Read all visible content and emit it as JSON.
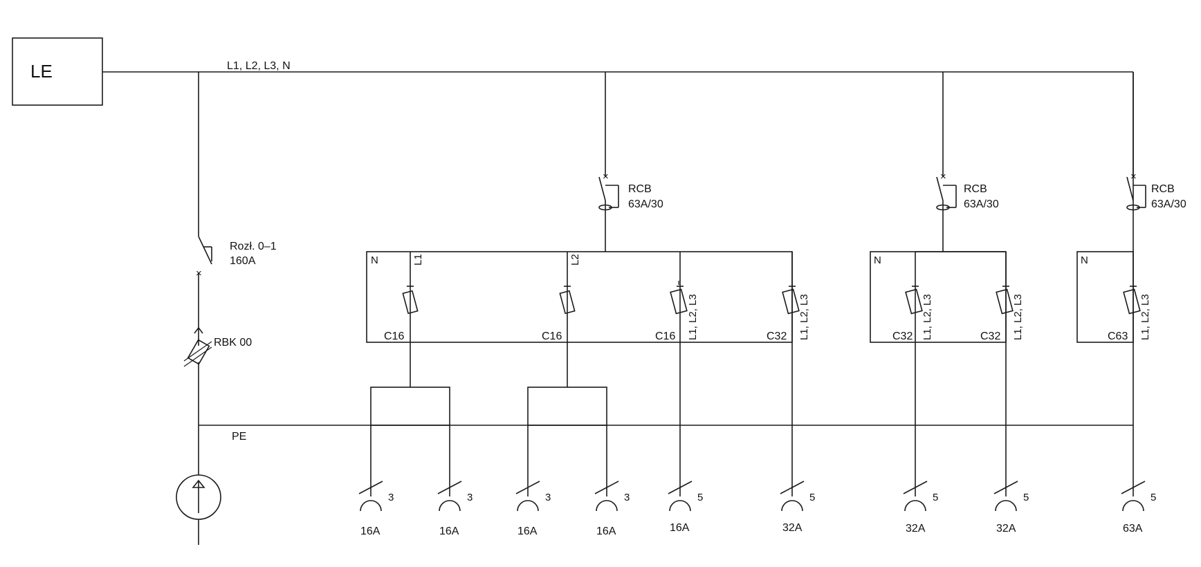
{
  "source_box": {
    "label": "LE"
  },
  "bus": {
    "label": "L1, L2, L3, N"
  },
  "pe": {
    "label": "PE"
  },
  "main_switch": {
    "name": "Rozł. 0–1",
    "rating": "160A"
  },
  "main_fuse": {
    "label": "RBK 00"
  },
  "rcbs": [
    {
      "name": "RCB",
      "rating": "63A/30"
    },
    {
      "name": "RCB",
      "rating": "63A/30"
    },
    {
      "name": "RCB",
      "rating": "63A/30"
    }
  ],
  "panels": [
    {
      "n_label": "N",
      "breakers": [
        {
          "phase": "L1",
          "rating": "C16"
        },
        {
          "phase": "L2",
          "rating": "C16"
        },
        {
          "phase": "L1, L2, L3",
          "rating": "C16"
        },
        {
          "phase": "L1, L2, L3",
          "rating": "C32"
        }
      ]
    },
    {
      "n_label": "N",
      "breakers": [
        {
          "phase": "L1, L2, L3",
          "rating": "C32"
        },
        {
          "phase": "L1, L2, L3",
          "rating": "C32"
        }
      ]
    },
    {
      "n_label": "N",
      "breakers": [
        {
          "phase": "L1, L2, L3",
          "rating": "C63"
        }
      ]
    }
  ],
  "sockets": [
    {
      "poles": "3",
      "rating": "16A"
    },
    {
      "poles": "3",
      "rating": "16A"
    },
    {
      "poles": "3",
      "rating": "16A"
    },
    {
      "poles": "3",
      "rating": "16A"
    },
    {
      "poles": "5",
      "rating": "16A"
    },
    {
      "poles": "5",
      "rating": "32A"
    },
    {
      "poles": "5",
      "rating": "32A"
    },
    {
      "poles": "5",
      "rating": "32A"
    },
    {
      "poles": "5",
      "rating": "63A"
    }
  ]
}
